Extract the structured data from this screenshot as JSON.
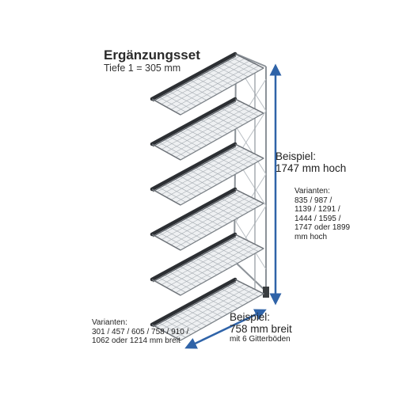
{
  "title": "Ergänzungsset",
  "subtitle": "Tiefe 1 = 305 mm",
  "height": {
    "example_label": "Beispiel:",
    "example_value": "1747 mm hoch",
    "variants_label": "Varianten:",
    "variants_lines": [
      "835 / 987 /",
      "1139 / 1291 /",
      "1444 / 1595 /",
      "1747 oder 1899",
      "mm hoch"
    ]
  },
  "width": {
    "example_label": "Beispiel:",
    "example_value": "758 mm breit",
    "note": "mit 6 Gitterböden",
    "variants_label": "Varianten:",
    "variants_lines": [
      "301 / 457 / 605 / 758 / 910 /",
      "1062 oder 1214 mm breit"
    ]
  },
  "colors": {
    "arrow": "#2f63a8",
    "frame": "#8c9298",
    "shelf_edge": "#2c2f33",
    "grid": "#9aa0a6"
  },
  "icons": [
    "height-arrow-icon",
    "width-arrow-icon",
    "wire-shelf-rack-icon"
  ]
}
